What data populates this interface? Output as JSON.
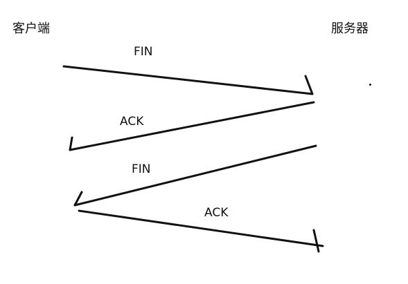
{
  "endpoints": {
    "client": "客户端",
    "server": "服务器"
  },
  "messages": [
    {
      "label": "FIN",
      "direction": "client-to-server"
    },
    {
      "label": "ACK",
      "direction": "server-to-client"
    },
    {
      "label": "FIN",
      "direction": "server-to-client"
    },
    {
      "label": "ACK",
      "direction": "client-to-server"
    }
  ]
}
